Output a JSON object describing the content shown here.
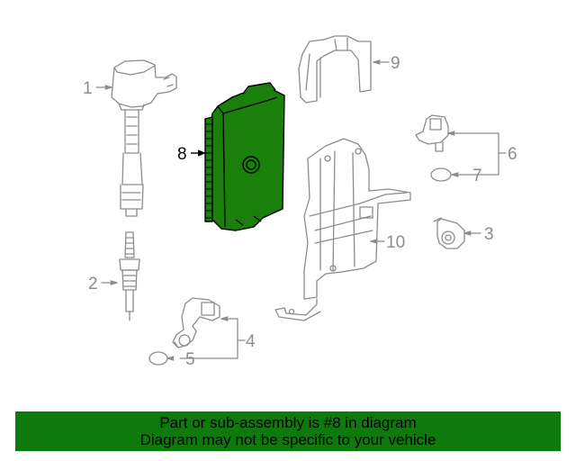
{
  "diagram": {
    "callouts": [
      "1",
      "2",
      "3",
      "4",
      "5",
      "6",
      "7",
      "8",
      "9",
      "10"
    ],
    "highlighted_part": "8",
    "colors": {
      "line": "#8c8c8c",
      "highlight_fill": "#1a7f0b",
      "highlight_stroke": "#000000"
    }
  },
  "banner": {
    "line1": "Part or sub-assembly is #8 in diagram",
    "line2": "Diagram may not be specific to your vehicle",
    "color": "#0e7a0d"
  }
}
